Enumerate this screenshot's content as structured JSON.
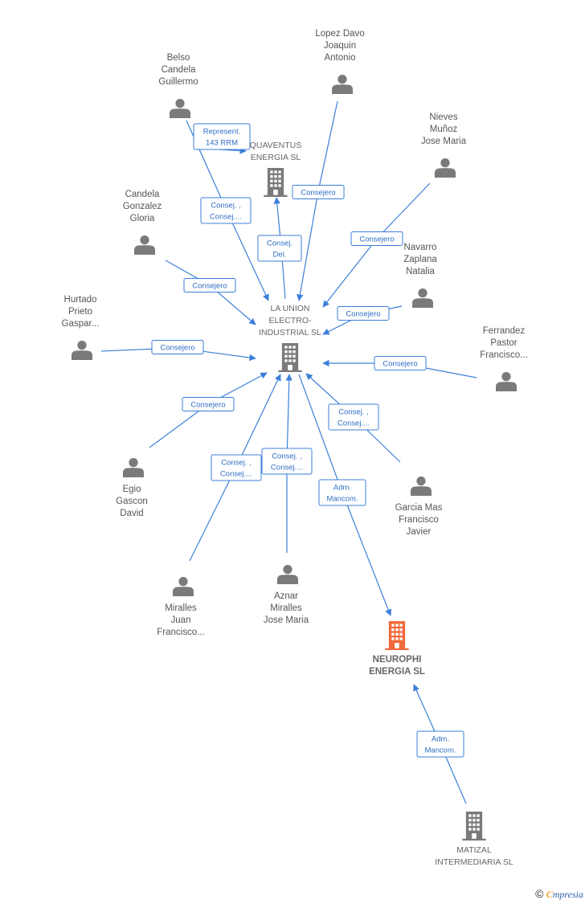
{
  "colors": {
    "edge": "#3b7fd9",
    "person": "#7a7a7a",
    "company": "#7a7a7a",
    "focus_company": "#f26a3a"
  },
  "nodes": [
    {
      "id": "belso",
      "type": "person",
      "label": [
        "Belso",
        "Candela",
        "Guillermo"
      ]
    },
    {
      "id": "lopez",
      "type": "person",
      "label": [
        "Lopez Davo",
        "Joaquin",
        "Antonio"
      ]
    },
    {
      "id": "nieves",
      "type": "person",
      "label": [
        "Nieves",
        "Muñoz",
        "Jose Maria"
      ]
    },
    {
      "id": "candela",
      "type": "person",
      "label": [
        "Candela",
        "Gonzalez",
        "Gloria"
      ]
    },
    {
      "id": "navarro",
      "type": "person",
      "label": [
        "Navarro",
        "Zaplana",
        "Natalia"
      ]
    },
    {
      "id": "hurtado",
      "type": "person",
      "label": [
        "Hurtado",
        "Prieto",
        "Gaspar..."
      ]
    },
    {
      "id": "ferrandez",
      "type": "person",
      "label": [
        "Ferrandez",
        "Pastor",
        "Francisco..."
      ]
    },
    {
      "id": "egio",
      "type": "person",
      "label": [
        "Egio",
        "Gascon",
        "David"
      ]
    },
    {
      "id": "garcia",
      "type": "person",
      "label": [
        "Garcia Mas",
        "Francisco",
        "Javier"
      ]
    },
    {
      "id": "miralles",
      "type": "person",
      "label": [
        "Miralles",
        "Juan",
        "Francisco..."
      ]
    },
    {
      "id": "aznar",
      "type": "person",
      "label": [
        "Aznar",
        "Miralles",
        "Jose Maria"
      ]
    },
    {
      "id": "quaventus",
      "type": "company",
      "label": [
        "QUAVENTUS",
        "ENERGIA SL"
      ]
    },
    {
      "id": "launion",
      "type": "company",
      "label": [
        "LA UNION",
        "ELECTRO-",
        "INDUSTRIAL SL"
      ]
    },
    {
      "id": "neurophi",
      "type": "focus",
      "label": [
        "NEUROPHI",
        "ENERGIA  SL"
      ]
    },
    {
      "id": "matizal",
      "type": "company",
      "label": [
        "MATIZAL",
        "INTERMEDIARIA SL"
      ]
    }
  ],
  "edges": [
    {
      "id": "belso-quaventus",
      "label": [
        "Represent.",
        "143 RRM"
      ]
    },
    {
      "id": "belso-launion",
      "label": [
        "Consej. ,",
        "Consej...."
      ]
    },
    {
      "id": "lopez-launion",
      "label": [
        "Consejero"
      ]
    },
    {
      "id": "launion-quaventus",
      "label": [
        "Consej.",
        "Del."
      ]
    },
    {
      "id": "nieves-launion",
      "label": [
        "Consejero"
      ]
    },
    {
      "id": "candela-launion",
      "label": [
        "Consejero"
      ]
    },
    {
      "id": "navarro-launion",
      "label": [
        "Consejero"
      ]
    },
    {
      "id": "hurtado-launion",
      "label": [
        "Consejero"
      ]
    },
    {
      "id": "ferrandez-launion",
      "label": [
        "Consejero"
      ]
    },
    {
      "id": "egio-launion",
      "label": [
        "Consejero"
      ]
    },
    {
      "id": "garcia-launion",
      "label": [
        "Consej. ,",
        "Consej...."
      ]
    },
    {
      "id": "miralles-launion",
      "label": [
        "Consej. ,",
        "Consej...."
      ]
    },
    {
      "id": "aznar-launion",
      "label": [
        "Consej. ,",
        "Consej...."
      ]
    },
    {
      "id": "launion-neurophi",
      "label": [
        "Adm.",
        "Mancom."
      ]
    },
    {
      "id": "matizal-neurophi",
      "label": [
        "Adm.",
        "Mancom."
      ]
    }
  ],
  "footer": {
    "copyright": "©",
    "brand_first": "C",
    "brand_rest": "mpresia"
  }
}
